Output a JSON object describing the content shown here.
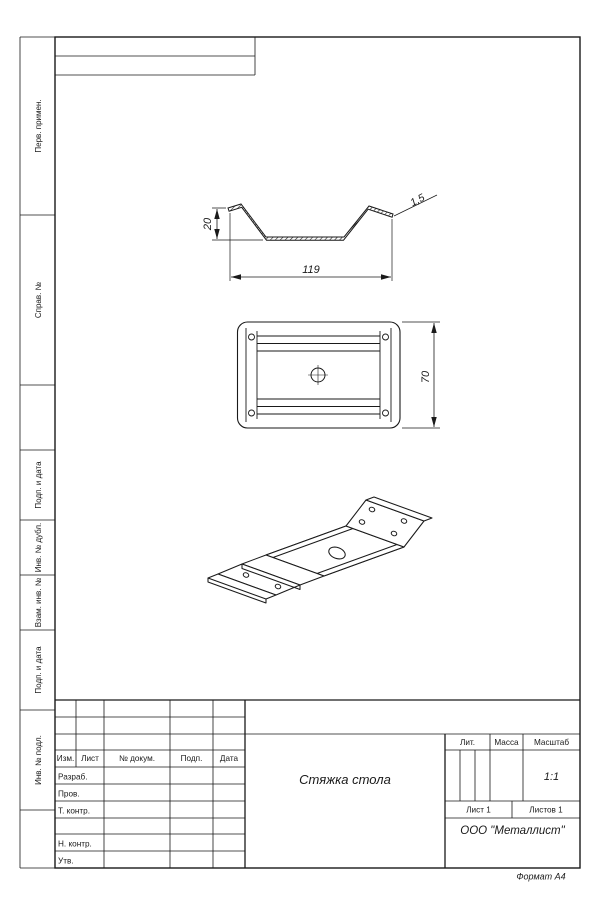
{
  "left_margin": {
    "labels": [
      "Перв. примен.",
      "Справ. №",
      "Подп. и дата",
      "Инв. № дубл.",
      "Взам. инв. №",
      "Подп. и дата",
      "Инв. № подл."
    ]
  },
  "views": {
    "dim_height": "20",
    "dim_length": "119",
    "dim_thickness": "1,5",
    "dim_width": "70"
  },
  "title_block": {
    "change_header": [
      "Изм.",
      "Лист",
      "№ докум.",
      "Подп.",
      "Дата"
    ],
    "sign_rows": [
      "Разраб.",
      "Пров.",
      "Т. контр.",
      "Н. контр.",
      "Утв."
    ],
    "part_name": "Стяжка стола",
    "props_header": [
      "Лит.",
      "Масса",
      "Масштаб"
    ],
    "scale": "1:1",
    "sheet": "Лист 1",
    "sheets": "Листов 1",
    "company": "ООО \"Металлист\""
  },
  "footer": {
    "format": "Формат А4"
  }
}
